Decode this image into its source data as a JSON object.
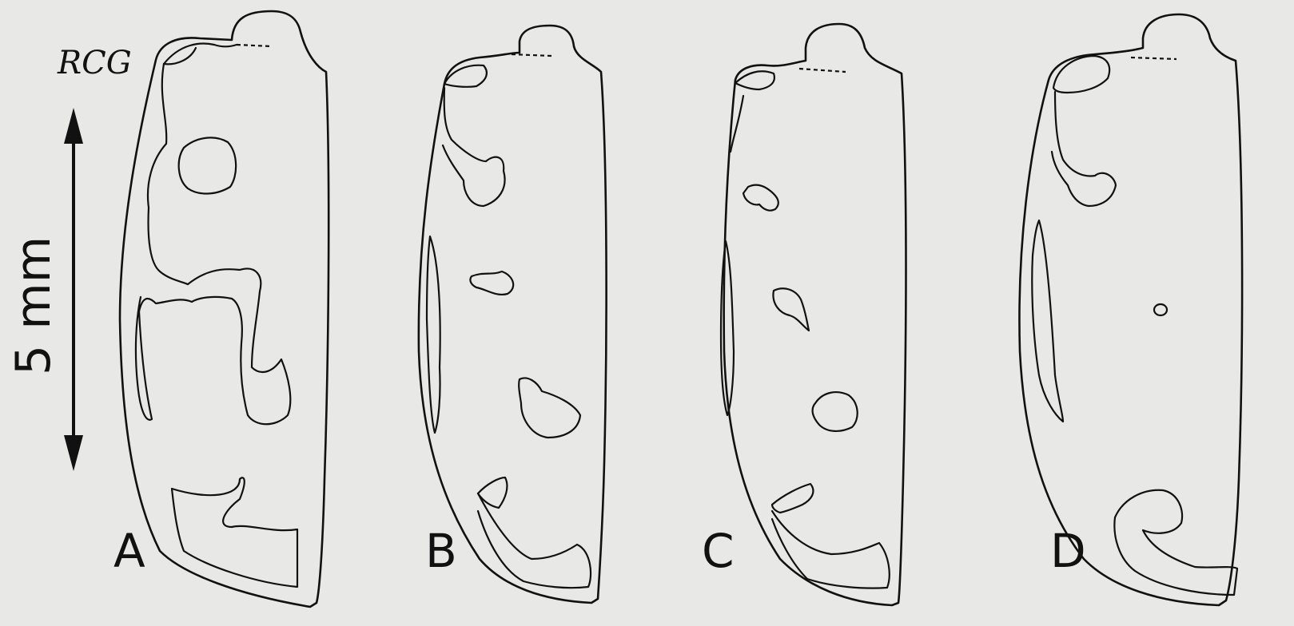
{
  "figure": {
    "signature": "RCG",
    "scale_bar_label": "5 mm",
    "panels": [
      {
        "label": "A"
      },
      {
        "label": "B"
      },
      {
        "label": "C"
      },
      {
        "label": "D"
      }
    ],
    "colors": {
      "background": "#e8e8e6",
      "ink": "#111111"
    }
  }
}
